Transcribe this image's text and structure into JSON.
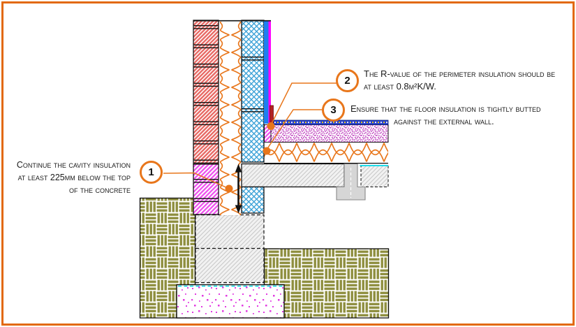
{
  "figure": {
    "type": "construction-detail-drawing",
    "subject": "wall and ground floor junction with cavity, perimeter and floor insulation"
  },
  "callouts": [
    {
      "number": "1",
      "lines": [
        "Continue the cavity insulation",
        "at least 225mm below the top",
        "of the concrete"
      ]
    },
    {
      "number": "2",
      "lines": [
        "The R-value of the perimeter insulation should be",
        "at least 0.8m²K/W."
      ]
    },
    {
      "number": "3",
      "lines": [
        "Ensure that the floor insulation is tightly butted",
        "against the external wall."
      ]
    }
  ],
  "colors": {
    "accent_orange": "#E8761B",
    "frame_orange": "#E2690C",
    "brick_red": "#E86B66",
    "blockwork_blue": "#3FA3D8",
    "below_dpc_magenta": "#EE55EE",
    "inner_lining_blue": "#1E7FF0",
    "plaster_magenta": "#FF00FF",
    "skirting_dark_red": "#B22222",
    "ground_olive": "#8E8E3E",
    "concrete_fill": "#F2F2F2",
    "dpm_cyan": "#00D8E8",
    "screed_speckle": "#C24BC2",
    "text": "#1A1A1A"
  }
}
